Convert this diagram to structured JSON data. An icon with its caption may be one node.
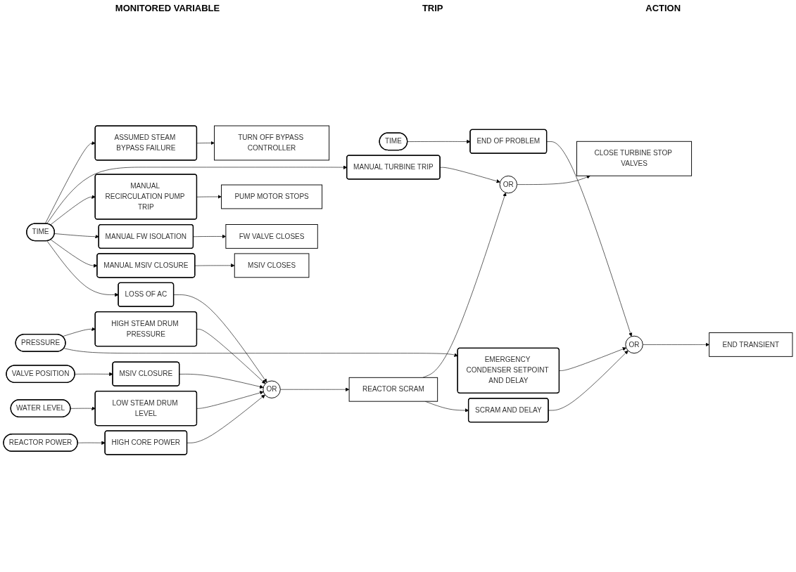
{
  "diagram": {
    "nodes": [
      {
        "text": [
          "TIME"
        ]
      },
      {
        "text": [
          "END OF PROBLEM"
        ]
      },
      {
        "text": [
          "EMERGENCY CONDENSER SETPOINT AND DELAY"
        ]
      },
      {
        "text": [
          "SCRAM AND DELAY"
        ]
      },
      {
        "text": [
          "PRESSURE"
        ]
      },
      {
        "text": [
          "HIGH STEAM DRUM PRESSURE"
        ]
      },
      {
        "text": [
          "REACTOR POWER"
        ]
      },
      {
        "text": [
          "HIGH CORE POWER"
        ]
      },
      {
        "text": [
          "WATER LEVEL"
        ]
      },
      {
        "text": [
          "LOW STEAM DRUM LEVEL"
        ]
      },
      {
        "text": [
          "VALVE POSITION"
        ]
      },
      {
        "text": [
          "MSIV CLOSURE"
        ]
      },
      {
        "text": [
          "TIME"
        ]
      },
      {
        "text": [
          "LOSS OF AC"
        ]
      },
      {
        "text": [
          "MANUAL MSIV CLOSURE"
        ]
      },
      {
        "text": [
          "MANUAL FW ISOLATION"
        ]
      },
      {
        "text": [
          "MANUAL RECIRCULATION PUMP TRIP"
        ]
      },
      {
        "text": [
          "MANUAL TURBINE TRIP"
        ]
      },
      {
        "text": [
          "ASSUMED STEAM BYPASS FAILURE"
        ]
      },
      {
        "text": [
          "OR"
        ]
      },
      {
        "text": [
          "END TRANSIENT"
        ]
      },
      {
        "text": [
          "OR"
        ]
      },
      {
        "text": [
          "REACTOR SCRAM"
        ]
      },
      {
        "text": [
          "OR"
        ]
      },
      {
        "text": [
          "CLOSE TURBINE STOP VALVES"
        ]
      },
      {
        "text": [
          "MSIV CLOSES"
        ]
      },
      {
        "text": [
          "FW VALVE CLOSES"
        ]
      },
      {
        "text": [
          "PUMP MOTOR STOPS"
        ]
      },
      {
        "text": [
          "TURN OFF BYPASS CONTROLLER"
        ]
      }
    ],
    "edges": [
      {
        "from": 0,
        "to": 1,
        "arrow": "to"
      },
      {
        "from": 4,
        "to": 2,
        "arrow": "to"
      },
      {
        "from": 22,
        "to": 3,
        "arrow": "to"
      },
      {
        "from": 4,
        "to": 5,
        "arrow": "to"
      },
      {
        "from": 6,
        "to": 7,
        "arrow": "to"
      },
      {
        "from": 8,
        "to": 9,
        "arrow": "to"
      },
      {
        "from": 10,
        "to": 11,
        "arrow": "to"
      },
      {
        "from": 12,
        "to": 13,
        "arrow": "to"
      },
      {
        "from": 12,
        "to": 14,
        "arrow": "to"
      },
      {
        "from": 12,
        "to": 15,
        "arrow": "to"
      },
      {
        "from": 12,
        "to": 16,
        "arrow": "to"
      },
      {
        "from": 12,
        "to": 17,
        "arrow": "to"
      },
      {
        "from": 12,
        "to": 18,
        "arrow": "to"
      },
      {
        "from": 1,
        "to": 19,
        "arrow": "to"
      },
      {
        "from": 2,
        "to": 19,
        "arrow": "to"
      },
      {
        "from": 3,
        "to": 19,
        "arrow": "to"
      },
      {
        "from": 19,
        "to": 20,
        "arrow": "to"
      },
      {
        "from": 5,
        "to": 21,
        "arrow": "to"
      },
      {
        "from": 7,
        "to": 21,
        "arrow": "to"
      },
      {
        "from": 9,
        "to": 21,
        "arrow": "to"
      },
      {
        "from": 11,
        "to": 21,
        "arrow": "to"
      },
      {
        "from": 13,
        "to": 21,
        "arrow": "to"
      },
      {
        "from": 21,
        "to": 22,
        "arrow": "to"
      },
      {
        "from": 22,
        "to": 23,
        "arrow": "to"
      },
      {
        "from": 17,
        "to": 23,
        "arrow": "to"
      },
      {
        "from": 23,
        "to": 24,
        "arrow": "to"
      },
      {
        "from": 14,
        "to": 25,
        "arrow": "to"
      },
      {
        "from": 15,
        "to": 26,
        "arrow": "to"
      },
      {
        "from": 16,
        "to": 27,
        "arrow": "to"
      },
      {
        "from": 18,
        "to": 28,
        "arrow": "to"
      }
    ],
    "labels": [
      "MONITORED VARIABLE",
      "TRIP",
      "ACTION"
    ]
  }
}
